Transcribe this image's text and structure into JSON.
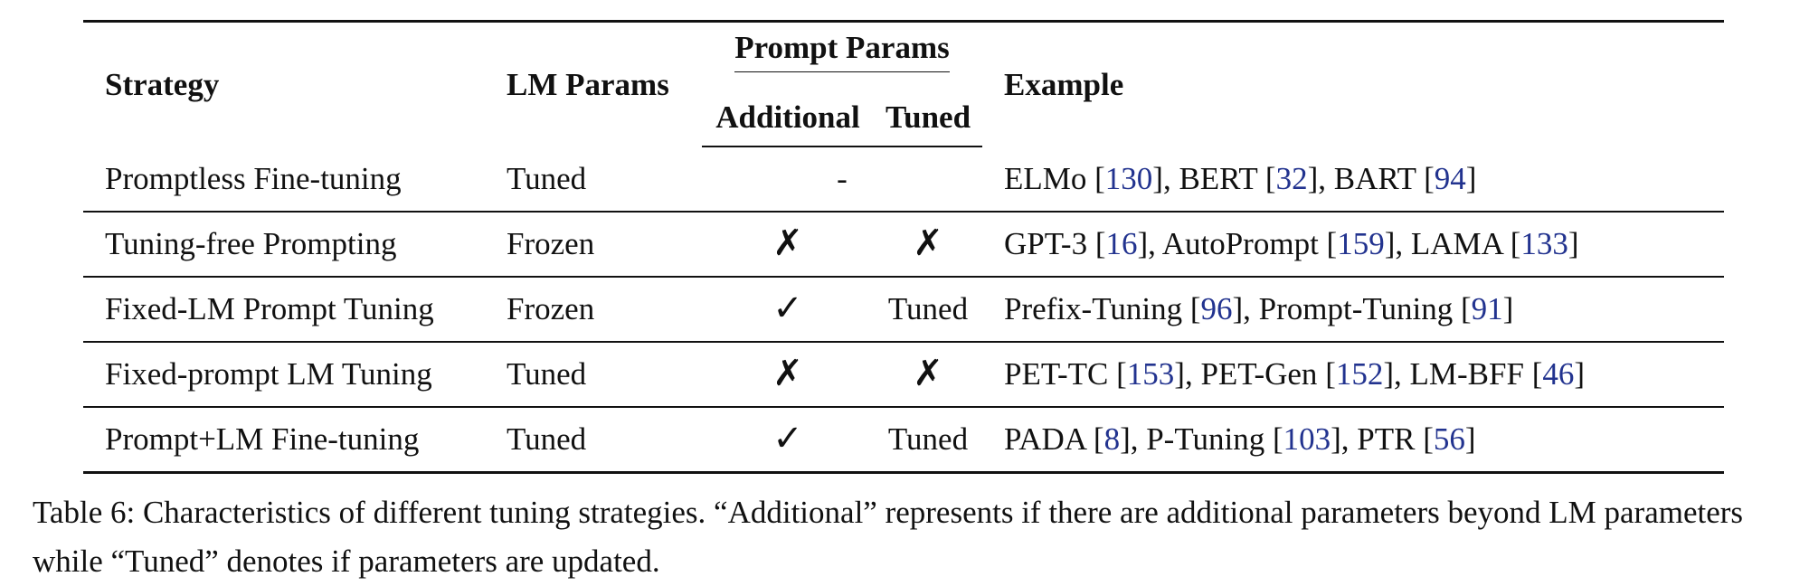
{
  "table": {
    "headers": {
      "strategy": "Strategy",
      "lm_params": "LM Params",
      "prompt_params": "Prompt Params",
      "additional": "Additional",
      "tuned": "Tuned",
      "example": "Example"
    },
    "rows": [
      {
        "strategy": "Promptless Fine-tuning",
        "lm_params": "Tuned",
        "prompt_merged": "-",
        "examples": [
          {
            "name": "ELMo",
            "ref": "130"
          },
          {
            "name": "BERT",
            "ref": "32"
          },
          {
            "name": "BART",
            "ref": "94"
          }
        ]
      },
      {
        "strategy": "Tuning-free Prompting",
        "lm_params": "Frozen",
        "additional": "✗",
        "tuned": "✗",
        "examples": [
          {
            "name": "GPT-3",
            "ref": "16"
          },
          {
            "name": "AutoPrompt",
            "ref": "159"
          },
          {
            "name": "LAMA",
            "ref": "133"
          }
        ]
      },
      {
        "strategy": "Fixed-LM Prompt Tuning",
        "lm_params": "Frozen",
        "additional": "✓",
        "tuned": "Tuned",
        "examples": [
          {
            "name": "Prefix-Tuning",
            "ref": "96"
          },
          {
            "name": "Prompt-Tuning",
            "ref": "91"
          }
        ]
      },
      {
        "strategy": "Fixed-prompt LM Tuning",
        "lm_params": "Tuned",
        "additional": "✗",
        "tuned": "✗",
        "examples": [
          {
            "name": "PET-TC",
            "ref": "153"
          },
          {
            "name": "PET-Gen",
            "ref": "152"
          },
          {
            "name": "LM-BFF",
            "ref": "46"
          }
        ]
      },
      {
        "strategy": "Prompt+LM Fine-tuning",
        "lm_params": "Tuned",
        "additional": "✓",
        "tuned": "Tuned",
        "examples": [
          {
            "name": "PADA",
            "ref": "8"
          },
          {
            "name": "P-Tuning",
            "ref": "103"
          },
          {
            "name": "PTR",
            "ref": "56"
          }
        ]
      }
    ]
  },
  "caption": {
    "label": "Table 6:",
    "text": "Characteristics of different tuning strategies. “Additional” represents if there are additional parameters beyond LM parameters while “Tuned” denotes if parameters are updated."
  }
}
